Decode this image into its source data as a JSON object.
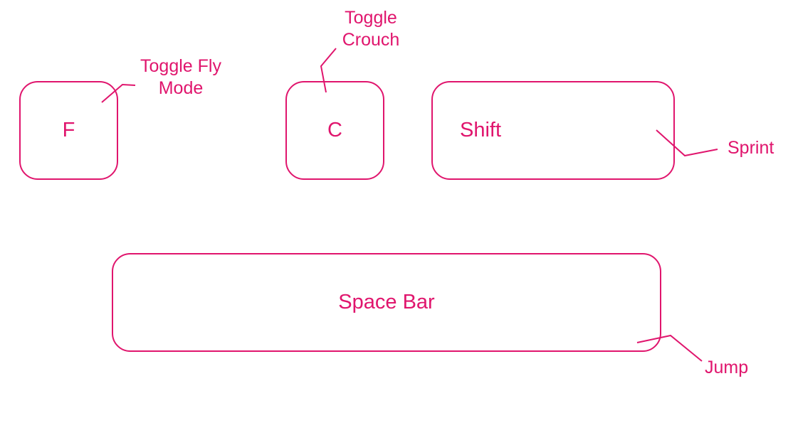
{
  "theme": {
    "accent": "#e0156d",
    "background": "#ffffff"
  },
  "keys": {
    "f": {
      "label": "F"
    },
    "c": {
      "label": "C"
    },
    "shift": {
      "label": "Shift"
    },
    "space": {
      "label": "Space Bar"
    }
  },
  "callouts": {
    "fly": {
      "line1": "Toggle Fly",
      "line2": "Mode"
    },
    "crouch": {
      "line1": "Toggle",
      "line2": "Crouch"
    },
    "sprint": {
      "text": "Sprint"
    },
    "jump": {
      "text": "Jump"
    }
  }
}
